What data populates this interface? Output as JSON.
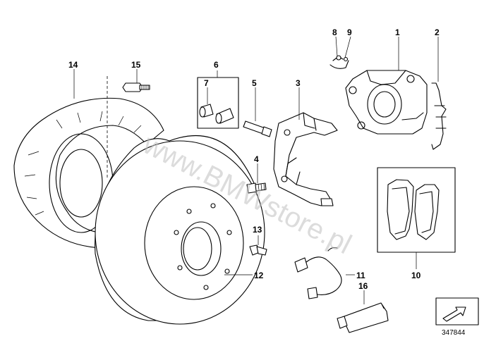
{
  "diagram": {
    "callouts": {
      "c1": "1",
      "c2": "2",
      "c3": "3",
      "c4": "4",
      "c5": "5",
      "c6": "6",
      "c7": "7",
      "c8": "8",
      "c9": "9",
      "c10": "10",
      "c11": "11",
      "c12": "12",
      "c13": "13",
      "c14": "14",
      "c15": "15",
      "c16": "16"
    },
    "watermark": "www.BMWstore.pl",
    "reference_number": "347844"
  }
}
